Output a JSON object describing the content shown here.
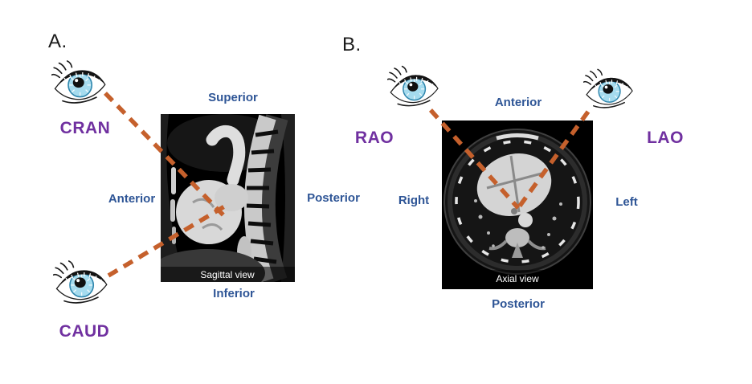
{
  "figure": {
    "panel_a": {
      "label": "A.",
      "view_caption": "Sagittal view",
      "direction_labels": {
        "top": "Superior",
        "left": "Anterior",
        "right": "Posterior",
        "bottom": "Inferior"
      },
      "projection_labels": {
        "upper": "CRAN",
        "lower": "CAUD"
      }
    },
    "panel_b": {
      "label": "B.",
      "view_caption": "Axial view",
      "direction_labels": {
        "top": "Anterior",
        "left": "Right",
        "right": "Left",
        "bottom": "Posterior"
      },
      "projection_labels": {
        "left": "RAO",
        "right": "LAO"
      }
    },
    "icons": {
      "eye": "eye-icon"
    },
    "colors": {
      "direction_label_blue": "#2E5596",
      "projection_label_purple": "#7030A0",
      "sightline_orange": "#C5602C",
      "ct_background": "#000000"
    }
  }
}
